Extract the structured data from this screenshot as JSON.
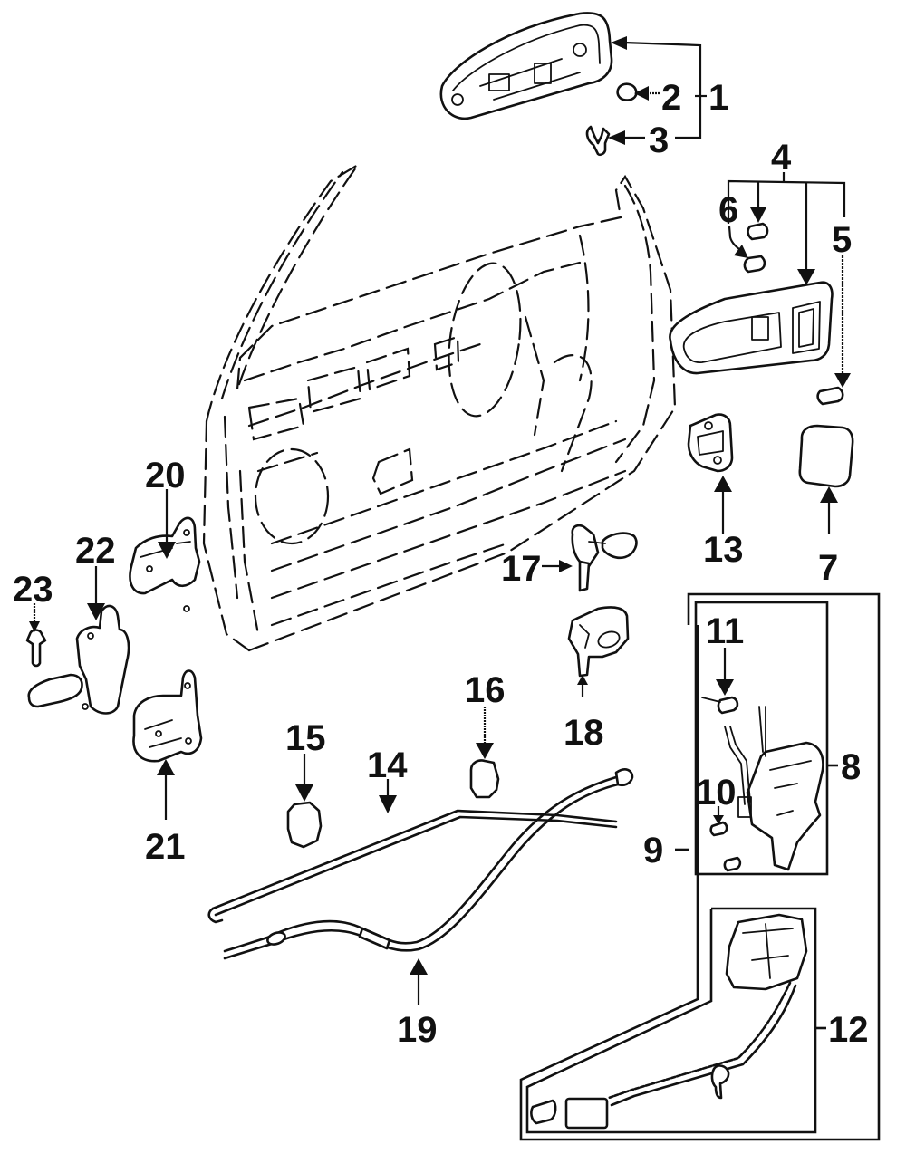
{
  "diagram": {
    "title": "Front door lock and handle components (exploded view)",
    "background_color": "#ffffff",
    "ink_color": "#111111",
    "callouts": [
      {
        "id": "1",
        "label": "1",
        "part": "outside handle assembly"
      },
      {
        "id": "2",
        "label": "2",
        "part": "handle clip"
      },
      {
        "id": "3",
        "label": "3",
        "part": "handle spring clip"
      },
      {
        "id": "4",
        "label": "4",
        "part": "inside handle assembly"
      },
      {
        "id": "5",
        "label": "5",
        "part": "handle clip"
      },
      {
        "id": "6",
        "label": "6",
        "part": "handle clip"
      },
      {
        "id": "7",
        "label": "7",
        "part": "trim cap"
      },
      {
        "id": "8",
        "label": "8",
        "part": "lock assembly"
      },
      {
        "id": "9",
        "label": "9",
        "part": "lock set"
      },
      {
        "id": "10",
        "label": "10",
        "part": "rod clip"
      },
      {
        "id": "11",
        "label": "11",
        "part": "rod connector"
      },
      {
        "id": "12",
        "label": "12",
        "part": "lock actuator with harness"
      },
      {
        "id": "13",
        "label": "13",
        "part": "striker"
      },
      {
        "id": "14",
        "label": "14",
        "part": "lock rod"
      },
      {
        "id": "15",
        "label": "15",
        "part": "rod holder"
      },
      {
        "id": "16",
        "label": "16",
        "part": "cable clip"
      },
      {
        "id": "17",
        "label": "17",
        "part": "lock cylinder with keys"
      },
      {
        "id": "18",
        "label": "18",
        "part": "cylinder housing"
      },
      {
        "id": "19",
        "label": "19",
        "part": "release cable"
      },
      {
        "id": "20",
        "label": "20",
        "part": "upper hinge"
      },
      {
        "id": "21",
        "label": "21",
        "part": "lower hinge"
      },
      {
        "id": "22",
        "label": "22",
        "part": "door check"
      },
      {
        "id": "23",
        "label": "23",
        "part": "bolt"
      }
    ]
  }
}
